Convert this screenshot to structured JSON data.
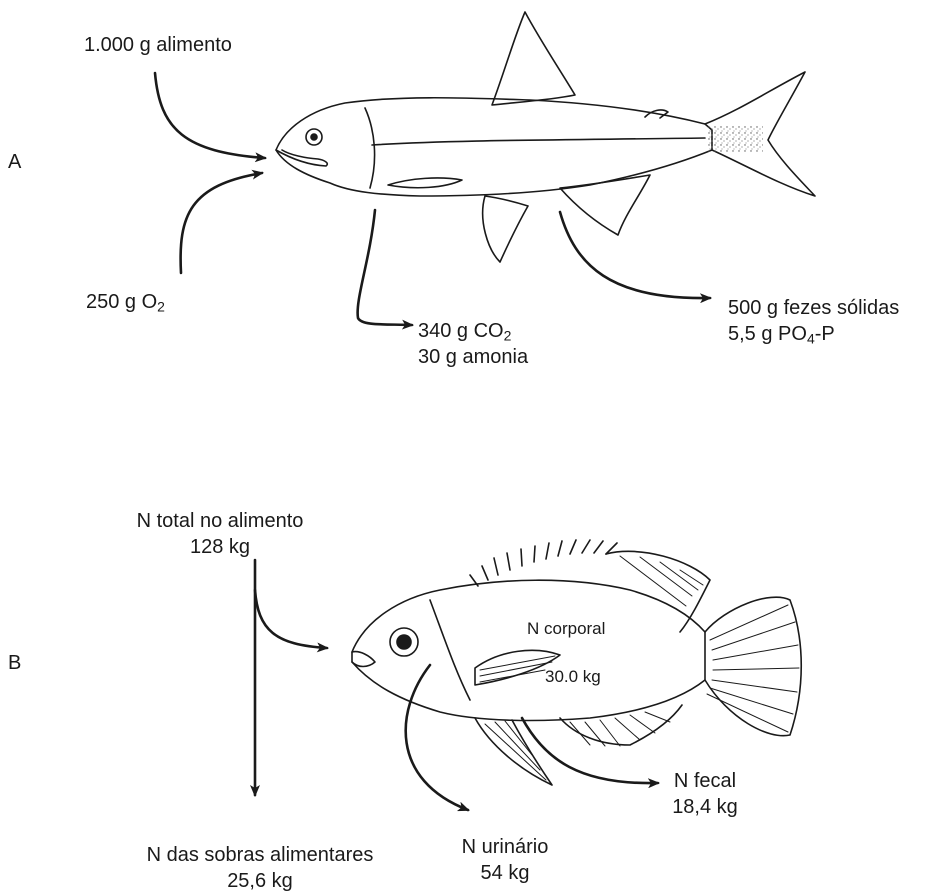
{
  "panel_a": {
    "letter": "A",
    "food_input": "1.000 g alimento",
    "oxygen_input": {
      "amount": "250 g O",
      "sub": "2"
    },
    "respiration": {
      "co2": {
        "amount": "340 g CO",
        "sub": "2"
      },
      "ammonia": "30 g amonia"
    },
    "feces": {
      "solids": "500 g fezes sólidas",
      "phosphate": {
        "pre": "5,5 g PO",
        "sub": "4",
        "post": "-P"
      }
    }
  },
  "panel_b": {
    "letter": "B",
    "total_n": {
      "label": "N total no alimento",
      "value": "128 kg"
    },
    "body_n": {
      "label": "N corporal",
      "value": "30.0 kg"
    },
    "leftover_n": {
      "label": "N das sobras alimentares",
      "value": "25,6 kg"
    },
    "urinary_n": {
      "label": "N urinário",
      "value": "54 kg"
    },
    "fecal_n": {
      "label": "N fecal",
      "value": "18,4 kg"
    }
  }
}
